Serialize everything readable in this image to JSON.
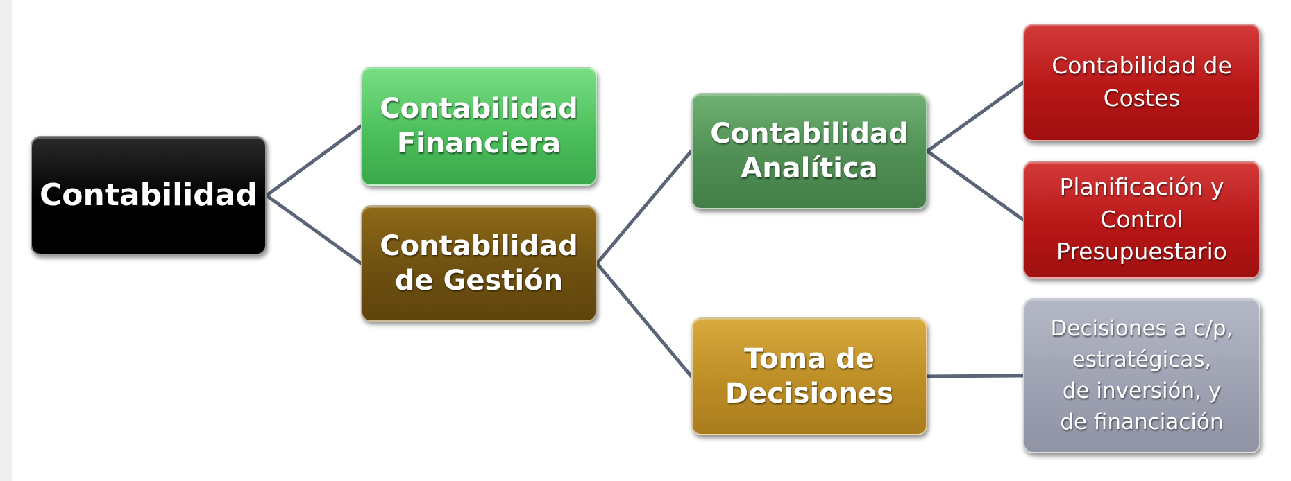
{
  "nodes": {
    "root": "Contabilidad",
    "financiera": "Contabilidad\nFinanciera",
    "gestion": "Contabilidad\nde Gestión",
    "analitica": "Contabilidad\nAnalítica",
    "toma_decisiones": "Toma de\nDecisiones",
    "costes": "Contabilidad de\nCostes",
    "planificacion": "Planificación y\nControl\nPresupuestario",
    "decisiones": "Decisiones a c/p,\nestratégicas,\nde inversión, y\nde financiación"
  },
  "colors": {
    "root": "#000000",
    "financiera": "#4cc05c",
    "gestion": "#6e5010",
    "analitica": "#4f8f54",
    "toma_decisiones": "#bd8d26",
    "costes": "#b81616",
    "planificacion": "#b81616",
    "decisiones": "#9ea2b2",
    "connector": "#5b6577"
  }
}
